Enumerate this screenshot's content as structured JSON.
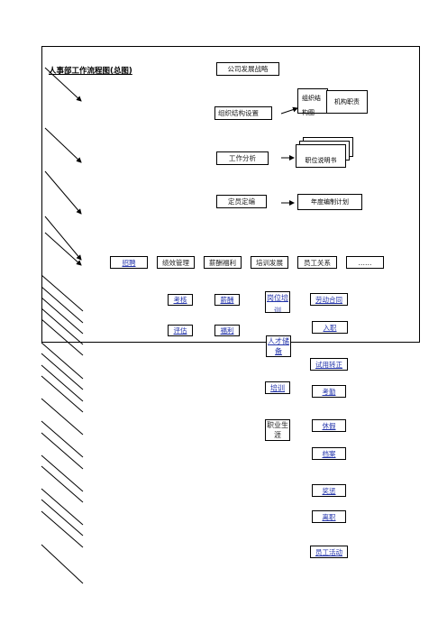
{
  "title": "人事部工作流程图(总图)",
  "strategy": "公司发展战略",
  "org_chart_doc": "组织结构图",
  "org_setup": "组织结构设置",
  "dept_duties": "机构职责",
  "job_analysis": "工作分析",
  "job_desc": "职位说明书",
  "staffing": "定员定编",
  "annual_plan": "年度编制计划",
  "modules": [
    "招聘",
    "绩效管理",
    "薪酬福利",
    "培训发展",
    "员工关系",
    "……"
  ],
  "perf_items": [
    "考核",
    "评估"
  ],
  "pay_items": [
    "薪酬",
    "福利"
  ],
  "training_items": [
    "岗位培训",
    "人才储备",
    "培训",
    "职业生涯"
  ],
  "relation_items": [
    "劳动合同",
    "入职",
    "试用转正",
    "考勤",
    "休假",
    "档案",
    "奖惩",
    "离职",
    "员工活动"
  ]
}
